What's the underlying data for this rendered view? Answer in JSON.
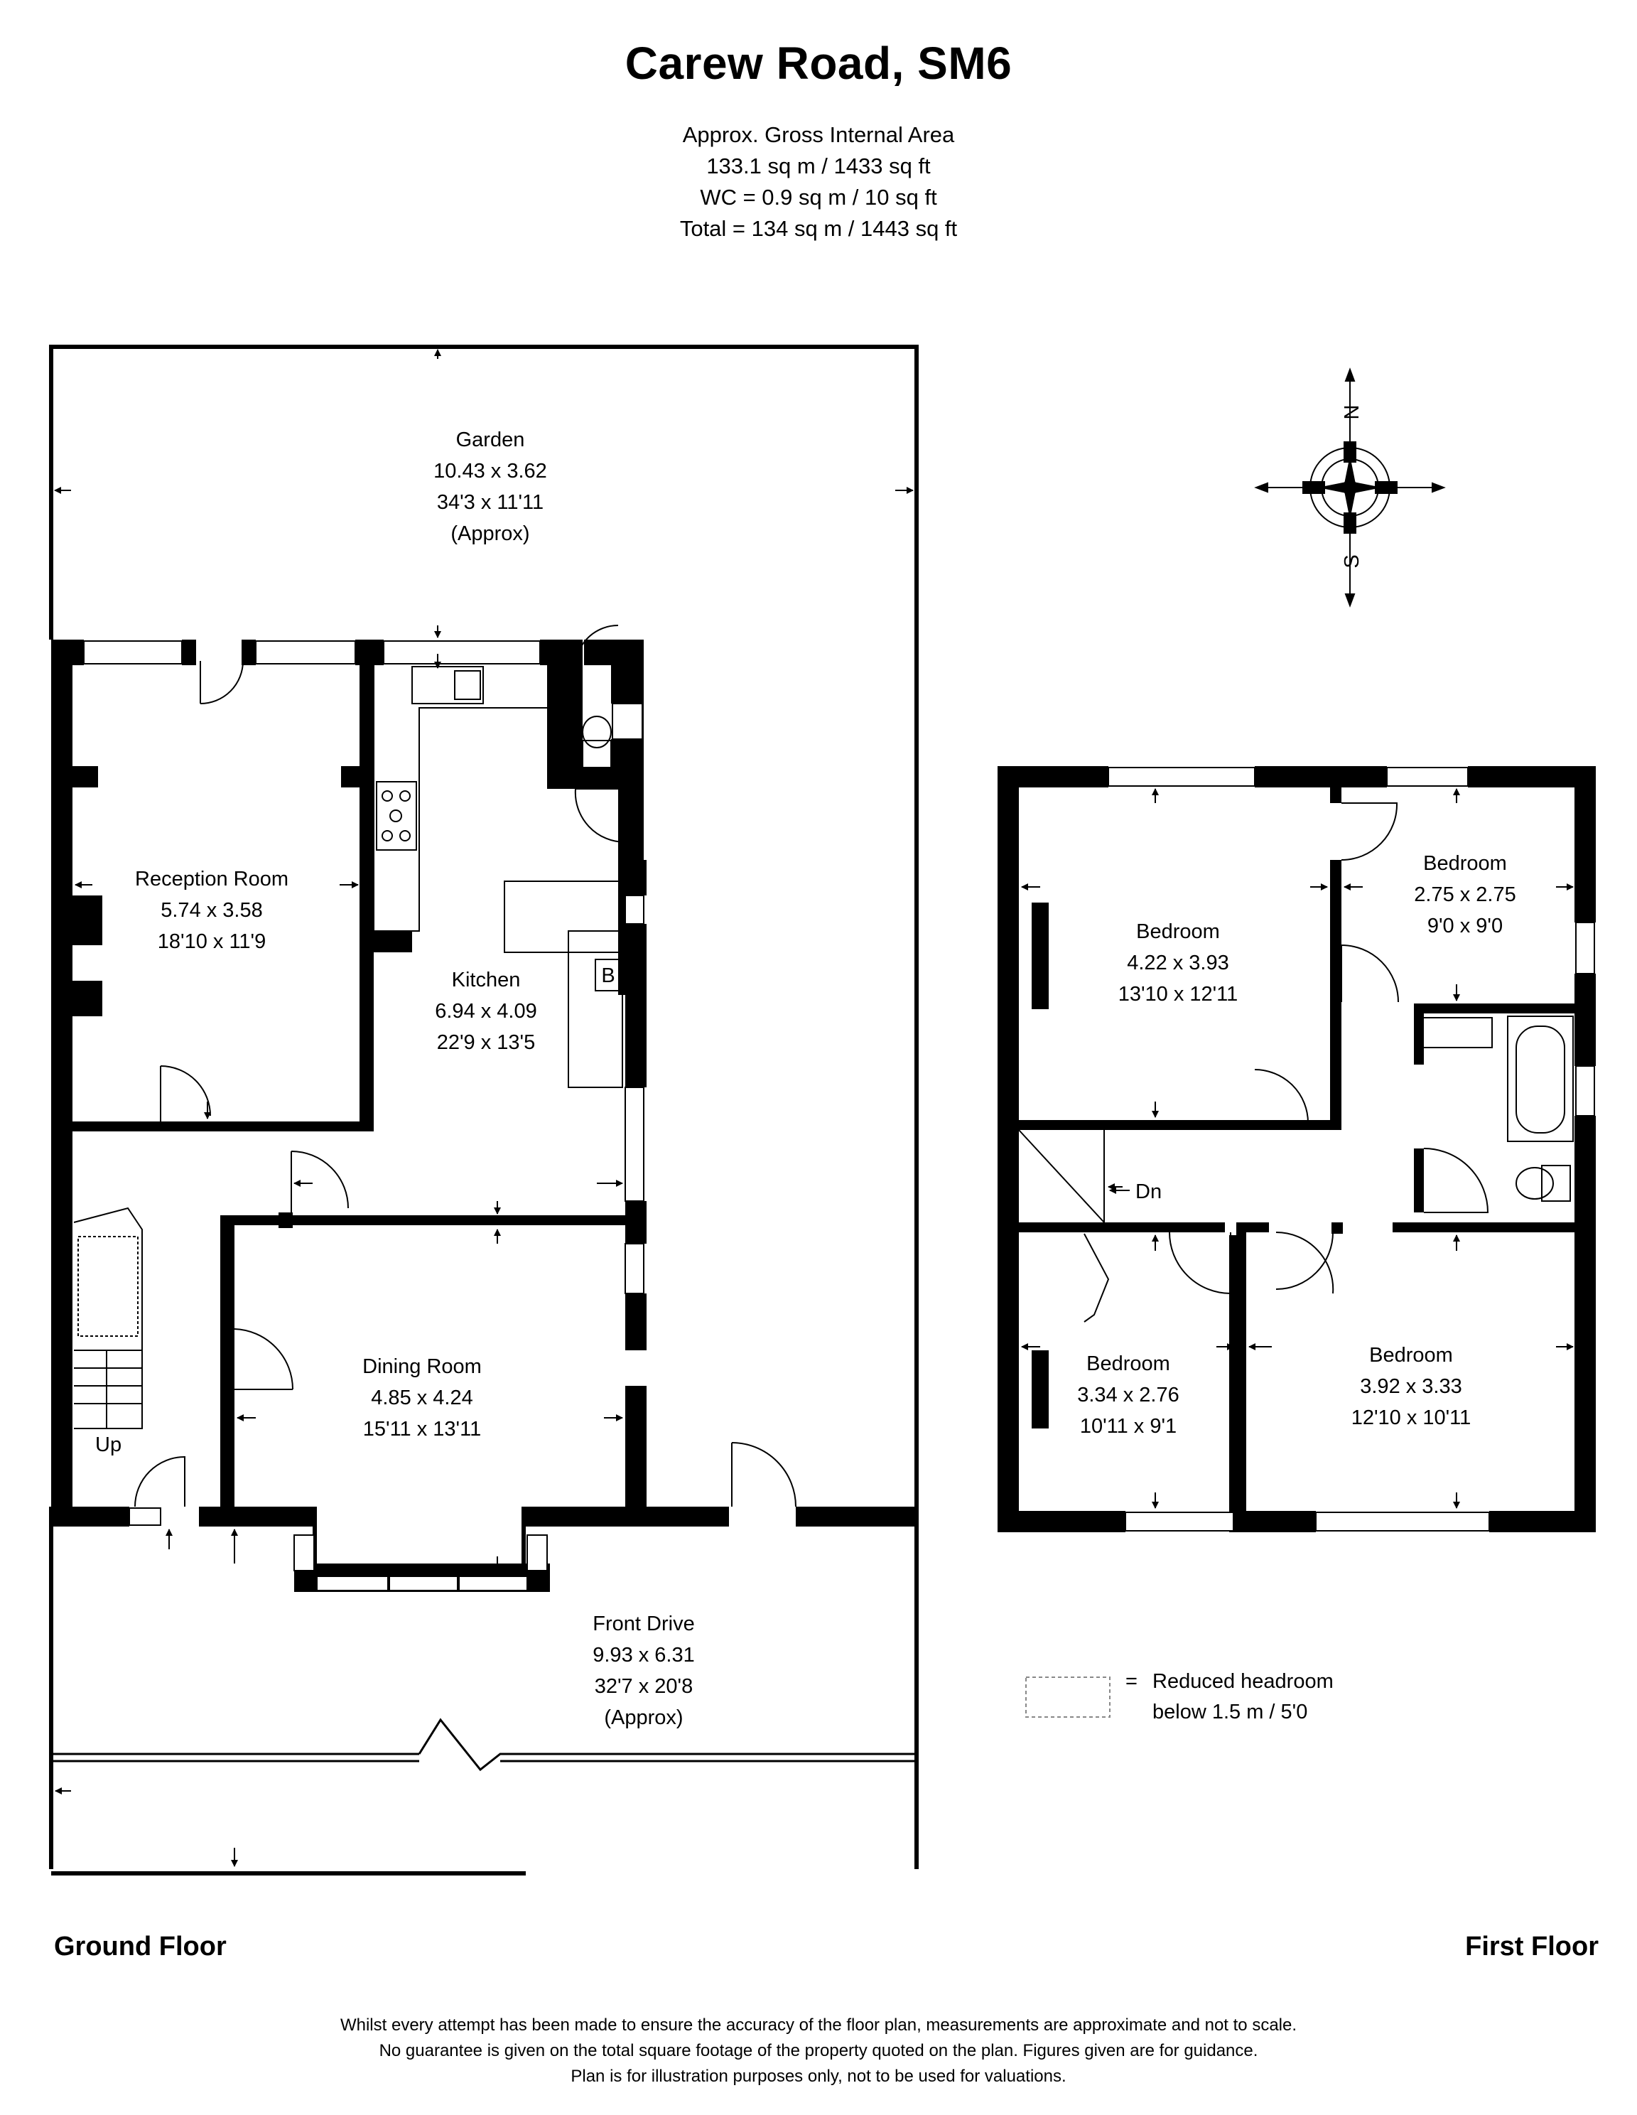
{
  "header": {
    "title": "Carew Road, SM6",
    "area_lines": [
      "Approx. Gross Internal Area",
      "133.1 sq m / 1433 sq ft",
      "WC = 0.9 sq m / 10 sq ft",
      "Total = 134 sq m / 1443 sq ft"
    ]
  },
  "ground_floor": {
    "label": "Ground Floor",
    "rooms": {
      "garden": {
        "name": "Garden",
        "metric": "10.43 x 3.62",
        "imperial": "34'3 x 11'11",
        "note": "(Approx)"
      },
      "reception": {
        "name": "Reception Room",
        "metric": "5.74 x 3.58",
        "imperial": "18'10 x 11'9"
      },
      "kitchen": {
        "name": "Kitchen",
        "metric": "6.94 x 4.09",
        "imperial": "22'9 x 13'5"
      },
      "dining": {
        "name": "Dining Room",
        "metric": "4.85 x 4.24",
        "imperial": "15'11 x 13'11"
      },
      "front_drive": {
        "name": "Front Drive",
        "metric": "9.93 x 6.31",
        "imperial": "32'7 x 20'8",
        "note": "(Approx)"
      }
    },
    "boiler": "B",
    "stairs": "Up"
  },
  "first_floor": {
    "label": "First Floor",
    "rooms": {
      "bedroom1": {
        "name": "Bedroom",
        "metric": "4.22 x 3.93",
        "imperial": "13'10 x 12'11"
      },
      "bedroom2": {
        "name": "Bedroom",
        "metric": "2.75 x 2.75",
        "imperial": "9'0 x 9'0"
      },
      "bedroom3": {
        "name": "Bedroom",
        "metric": "3.34 x 2.76",
        "imperial": "10'11 x 9'1"
      },
      "bedroom4": {
        "name": "Bedroom",
        "metric": "3.92 x 3.33",
        "imperial": "12'10 x 10'11"
      }
    },
    "stairs": "Dn"
  },
  "compass": {
    "north": "N",
    "south": "S"
  },
  "legend": {
    "symbol": "=",
    "line1": "Reduced headroom",
    "line2": "below 1.5 m / 5'0"
  },
  "disclaimer": [
    "Whilst every attempt has been made to ensure the accuracy of the floor plan, measurements are approximate and not to scale.",
    "No guarantee is given on the total square footage of the property quoted on the plan. Figures given are for guidance.",
    "Plan is for illustration purposes only, not to be used for valuations."
  ]
}
